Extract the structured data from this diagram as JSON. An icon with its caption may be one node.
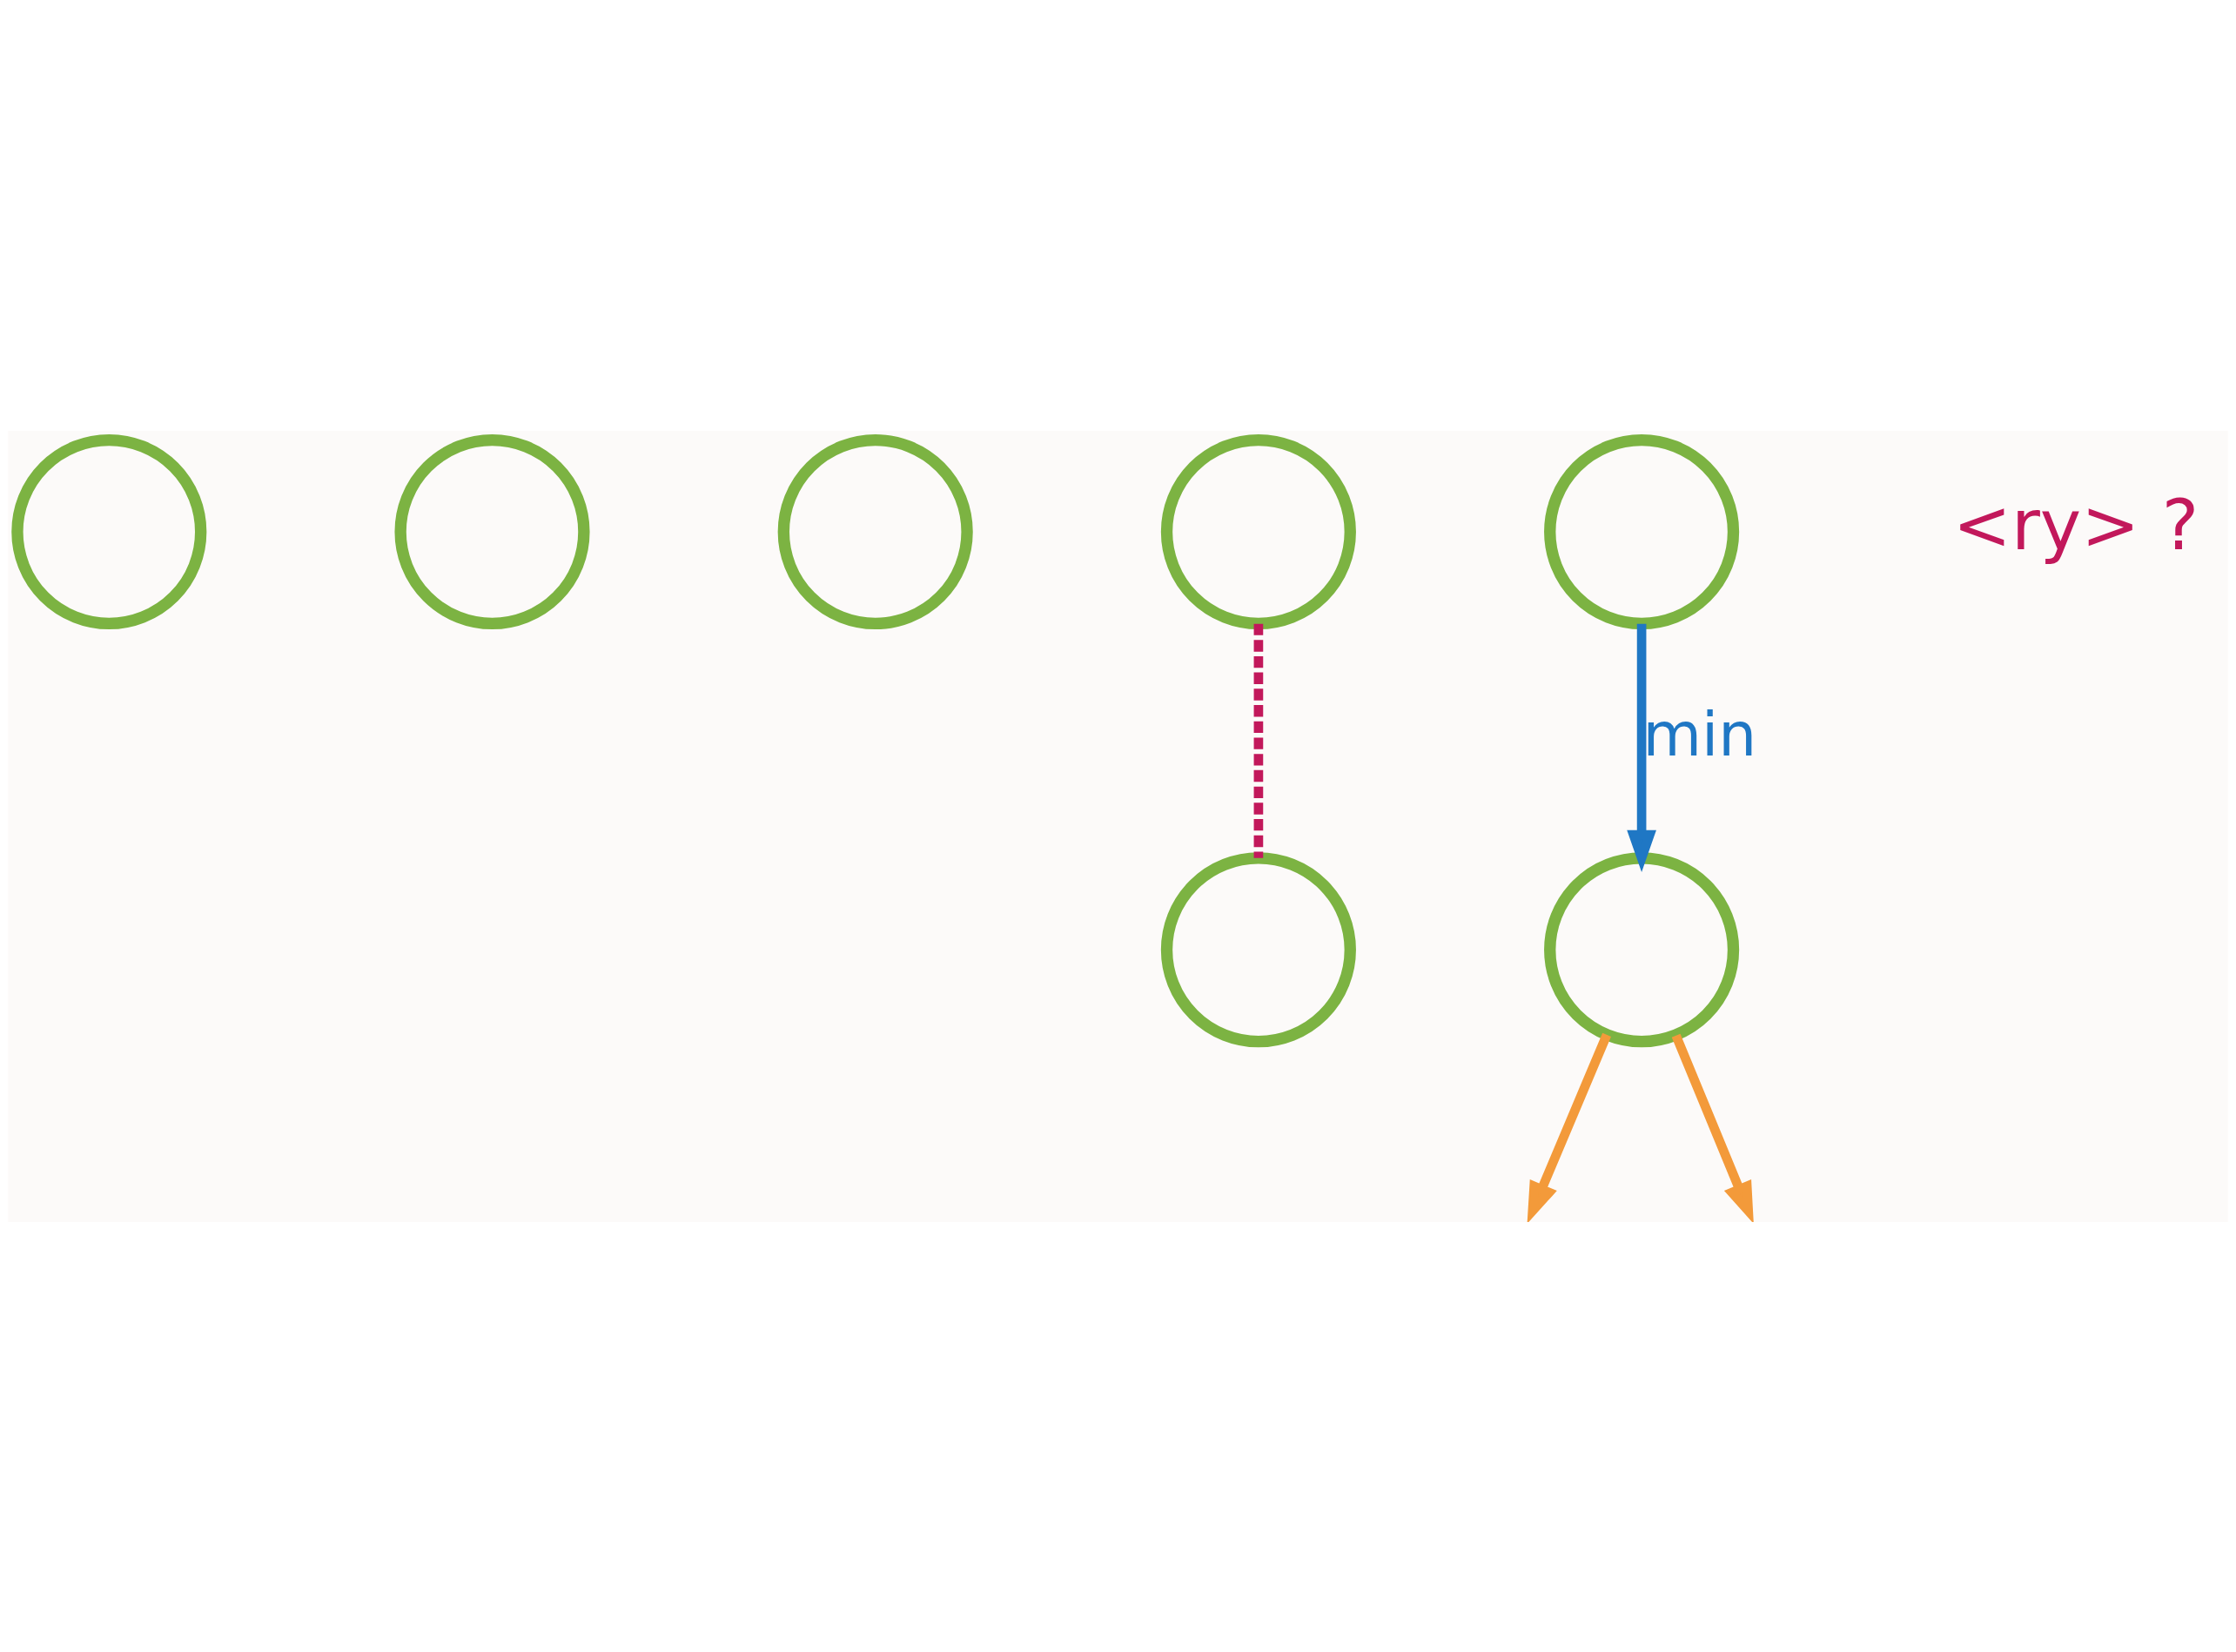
{
  "diagram": {
    "nodes": [
      {
        "text": [],
        "shape": "circle"
      },
      {
        "text": [],
        "shape": "circle"
      },
      {
        "text": [],
        "shape": "circle"
      },
      {
        "text": [],
        "shape": "circle"
      },
      {
        "text": [],
        "shape": "circle"
      },
      {
        "text": [],
        "shape": "circle"
      },
      {
        "text": [],
        "shape": "circle"
      }
    ],
    "edges": [
      {
        "from": 4,
        "to": 3,
        "arrow": "none",
        "style": "dashed",
        "color": "#c2185b"
      },
      {
        "from": 5,
        "to": 6,
        "arrow": "to",
        "label": "min",
        "color": "#1f77c4"
      },
      {
        "from": 6,
        "to": null,
        "arrow": "to"
      },
      {
        "from": 6,
        "to": null,
        "arrow": "to"
      }
    ],
    "labels": [
      "<ry> ?"
    ]
  }
}
